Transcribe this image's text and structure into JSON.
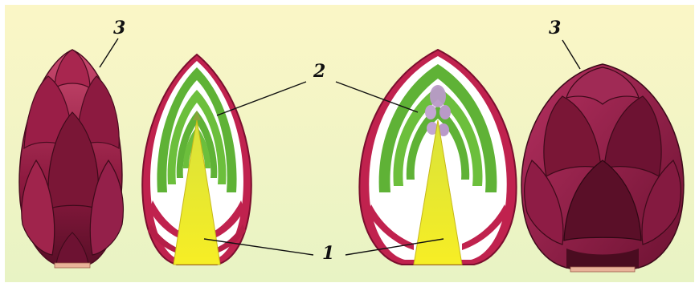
{
  "labels": {
    "growth_point": "1",
    "leaf_primordia": "2",
    "bud_scales": "3"
  },
  "colors": {
    "background_top": "#fbf6c6",
    "background_bottom": "#e8f3c4",
    "scale_dark": "#6d1232",
    "scale_mid": "#a31d4a",
    "scale_light": "#c94a6f",
    "leaf_green": "#5fb236",
    "growth_cone_yellow": "#f2ea2a",
    "flower_primordia_lilac": "#b99ac8"
  },
  "figures": [
    {
      "name": "vegetative-bud-exterior"
    },
    {
      "name": "vegetative-bud-section"
    },
    {
      "name": "generative-bud-section"
    },
    {
      "name": "generative-bud-exterior"
    }
  ]
}
